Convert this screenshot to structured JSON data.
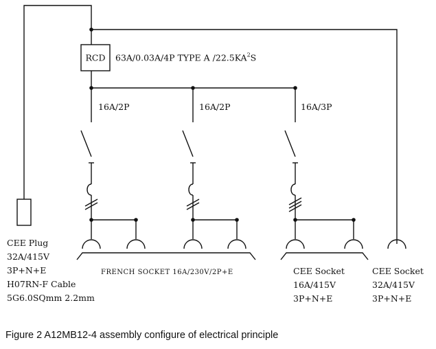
{
  "rcd": {
    "box_label": "RCD",
    "spec_main": "63A/0.03A/4P TYPE A /22.5KA",
    "spec_sup": "2",
    "spec_tail": "S"
  },
  "breakers": [
    {
      "label": "16A/2P"
    },
    {
      "label": "16A/2P"
    },
    {
      "label": "16A/3P"
    }
  ],
  "plug": {
    "lines": [
      "CEE Plug",
      "32A/415V",
      "3P+N+E",
      "H07RN-F Cable",
      "5G6.0SQmm 2.2mm"
    ]
  },
  "french_socket": {
    "label": "FRENCH SOCKET 16A/230V/2P+E"
  },
  "cee_socket_16": {
    "lines": [
      "CEE Socket",
      "16A/415V",
      "3P+N+E"
    ]
  },
  "cee_socket_32": {
    "lines": [
      "CEE Socket",
      "32A/415V",
      "3P+N+E"
    ]
  },
  "caption": "Figure 2 A12MB12-4 assembly configure of electrical principle"
}
